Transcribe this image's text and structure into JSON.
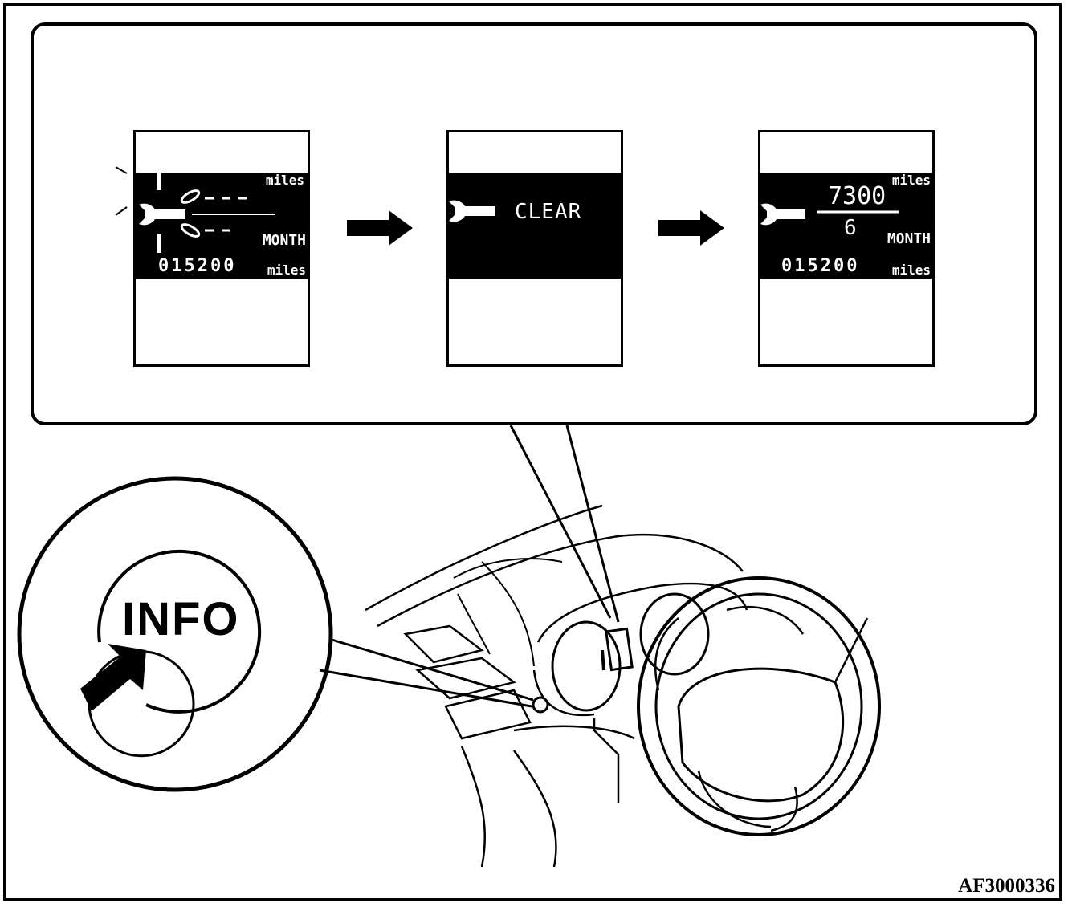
{
  "screens": {
    "screen1": {
      "unit_top": "miles",
      "unit_month": "MONTH",
      "odometer": "015200",
      "unit_bottom": "miles"
    },
    "screen2": {
      "message": "CLEAR"
    },
    "screen3": {
      "unit_top": "miles",
      "distance": "7300",
      "months": "6",
      "unit_month": "MONTH",
      "odometer": "015200",
      "unit_bottom": "miles"
    }
  },
  "button": {
    "label": "INFO"
  },
  "figure_code": "AF3000336",
  "icons": [
    "wrench-icon",
    "right-arrow-icon",
    "press-arrow-icon"
  ],
  "colors": {
    "ink": "#000000",
    "paper": "#ffffff"
  }
}
